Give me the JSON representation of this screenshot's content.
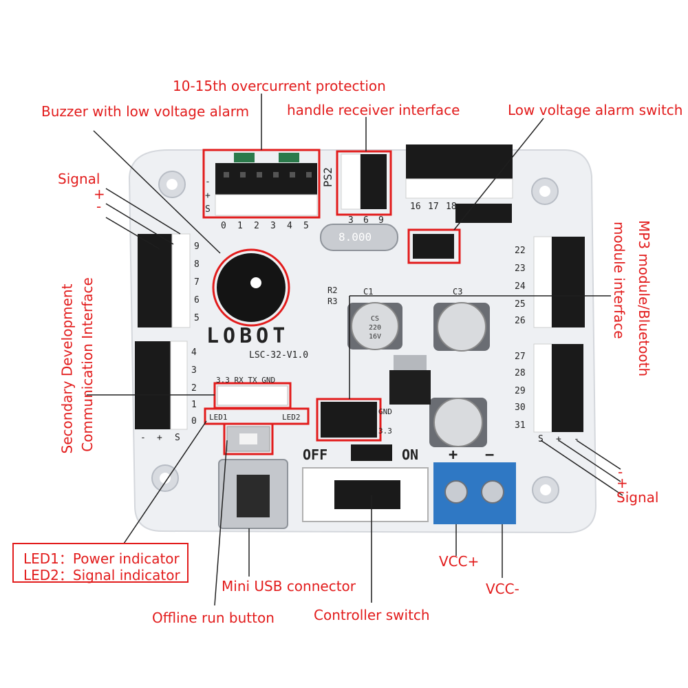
{
  "callouts": {
    "overcurrent": "10-15th overcurrent protection",
    "buzzer": "Buzzer with low voltage alarm",
    "handle_receiver": "handle receiver interface",
    "low_voltage_switch": "Low voltage alarm switch",
    "signal_left": "Signal",
    "plus_left": "+",
    "minus_left": "-",
    "mp3_line1": "MP3 module/Bluetooth",
    "mp3_line2": "module interface",
    "secondary_line1": "Secondary Development",
    "secondary_line2": "Communication Interface",
    "minus_right": "-",
    "plus_right": "+",
    "signal_right": "Signal",
    "led1": "LED1：Power indicator",
    "led2": "LED2：Signal indicator",
    "vcc_plus": "VCC+",
    "vcc_minus": "VCC-",
    "mini_usb": "Mini USB connector",
    "offline_button": "Offline run button",
    "controller_switch": "Controller switch"
  },
  "board": {
    "logo": "LOBOT",
    "model": "LSC-32-V1.0",
    "ps2": "PS2",
    "crystal": "8.000",
    "r2": "R2",
    "r3": "R3",
    "c1": "C1",
    "c3": "C3",
    "cap_lines": [
      "CS",
      "220",
      "16V"
    ],
    "uart": "3.3 RX TX GND",
    "led1": "LED1",
    "led2": "LED2",
    "gnd": "GND",
    "v33": "3.3",
    "off": "OFF",
    "on": "ON",
    "term_plus": "+",
    "term_minus": "−",
    "pins_top": [
      "0",
      "1",
      "2",
      "3",
      "4",
      "5"
    ],
    "pins_ps2": [
      "3",
      "6",
      "9"
    ],
    "pins_top_right": [
      "16",
      "17",
      "18"
    ],
    "pins_left_a": [
      "9",
      "8",
      "7",
      "6",
      "5"
    ],
    "pins_left_b": [
      "4",
      "3",
      "2",
      "1",
      "0"
    ],
    "pins_right_a": [
      "22",
      "23",
      "24",
      "25",
      "26"
    ],
    "pins_right_b": [
      "27",
      "28",
      "29",
      "30",
      "31"
    ],
    "left_bottom_legend": [
      "-",
      "+",
      "S"
    ],
    "right_bottom_legend": [
      "S",
      "+",
      "-"
    ],
    "top_left_legend": [
      "S",
      "+",
      "-"
    ]
  },
  "colors": {
    "annotation": "#e21b1b",
    "pcb": "#eef0f3",
    "header": "#1a1a1a",
    "terminal": "#2f78c4"
  }
}
